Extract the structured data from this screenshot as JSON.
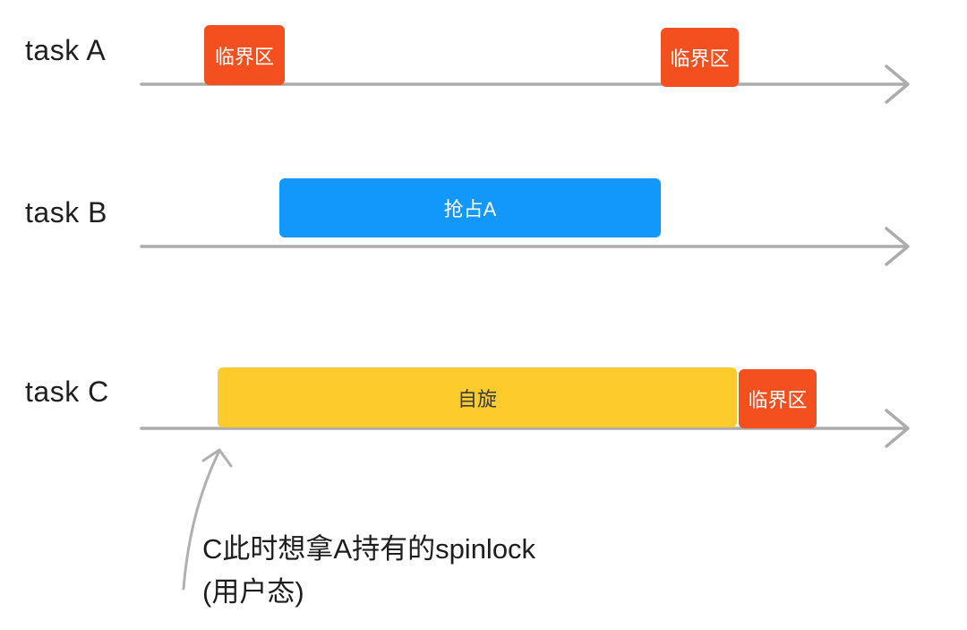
{
  "tasks": [
    {
      "label": "task A",
      "segments": [
        {
          "kind": "critical-section",
          "label": "临界区"
        },
        {
          "kind": "critical-section",
          "label": "临界区"
        }
      ]
    },
    {
      "label": "task B",
      "segments": [
        {
          "kind": "preempt-a",
          "label": "抢占A"
        }
      ]
    },
    {
      "label": "task C",
      "segments": [
        {
          "kind": "spin",
          "label": "自旋"
        },
        {
          "kind": "critical-section",
          "label": "临界区"
        }
      ]
    }
  ],
  "annotation": {
    "line1": "C此时想拿A持有的spinlock",
    "line2": "(用户态)"
  },
  "colors": {
    "critical_red": "#F4501F",
    "preempt_blue": "#1297FB",
    "spin_yellow": "#FDCB2B",
    "timeline_gray": "#ACACAC",
    "annotation_arrow_gray": "#B0B0B0",
    "text_dark": "#1F1F1F"
  }
}
